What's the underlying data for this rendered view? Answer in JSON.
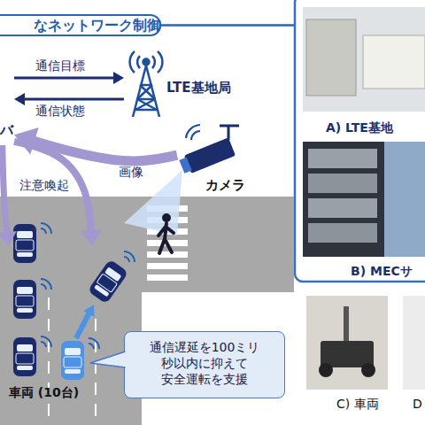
{
  "diagram": {
    "nodes": [
      {
        "text": [
          "なネットワーク制御"
        ]
      },
      {
        "text": [
          "LTE基地局"
        ]
      },
      {
        "text": [
          "バ"
        ]
      },
      {
        "text": [
          "カメラ"
        ]
      },
      {
        "text": [
          "車両 (10台)"
        ]
      },
      {
        "text": [
          "通信遅延を100ミリ 秒以内に抑えて 安全運転を支援"
        ]
      }
    ],
    "edges": [
      {
        "from": 2,
        "to": 1,
        "label": "通信目標",
        "arrow": "to"
      },
      {
        "from": 1,
        "to": 2,
        "label": "通信状態",
        "arrow": "to"
      },
      {
        "from": 3,
        "to": 2,
        "label": "画像",
        "arrow": "to"
      },
      {
        "from": 2,
        "to": 4,
        "label": "注意喚起",
        "arrow": "to"
      },
      {
        "from": 2,
        "to": 4,
        "arrow": "to"
      }
    ],
    "labels": [
      "A) LTE基地",
      "B) MECサ",
      "C) 車両",
      "D"
    ]
  }
}
